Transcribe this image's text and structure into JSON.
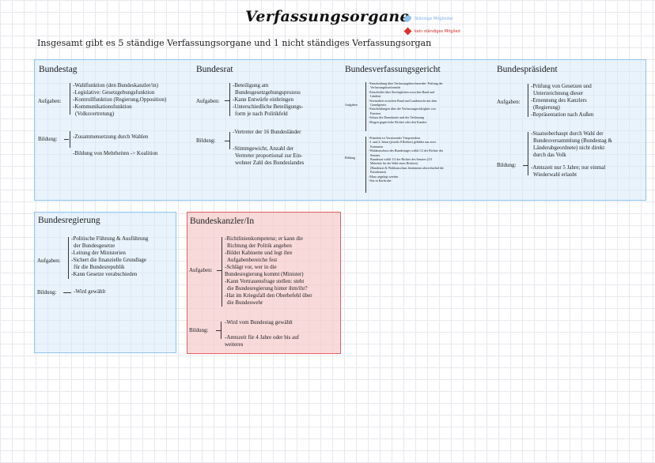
{
  "title": "Verfassungsorgane",
  "legend": {
    "blue_label": "Ständige Mitglieder",
    "red_label": "kein ständiges Mitglied",
    "blue_color": "#8ec3f2",
    "red_color": "#e03030"
  },
  "subtitle": "Insgesamt gibt es 5 ständige Verfassungsorgane und 1 nicht ständiges Verfassungsorgan",
  "bundestag": {
    "title": "Bundestag",
    "aufgaben_label": "Aufgaben:",
    "aufgaben": [
      "-Wahlfunktion (den Bundeskanzler/in)",
      "-Legislative: Gesetzgebungsfunktion",
      "-Kontrollfunktion (Regierung,Opposition)",
      "-Kommunikationsfunktion",
      "(Volksvertretung)"
    ],
    "bildung_label": "Bildung:",
    "bildung": [
      "-Zusammensetzung durch Wahlen",
      "-Bildung von Mehrheiten -> Koalition"
    ]
  },
  "bundesrat": {
    "title": "Bundesrat",
    "aufgaben_label": "Aufgaben:",
    "aufgaben": [
      "-Beteiligung am",
      "Bundesgesetzgebungsprozess",
      "-Kann Entwürfe einbringen",
      "-Unterschiedliche Beteiligungs-",
      "form je nach Politikfeld"
    ],
    "bildung_label": "Bildung:",
    "bildung": [
      "-Vertreter der 16 Bundesländer",
      "-Stimmgewicht, Anzahl der",
      "Vertreter proportional zur Ein-",
      "wohner Zahl des Bundeslandes"
    ]
  },
  "bverfg": {
    "title": "Bundesverfassungsgericht",
    "aufgaben_label": "Aufgaben",
    "aufgaben": [
      "-Entscheidung über Verfassungsbeschwerden -Prüfung der",
      "Verfassungskonformität",
      "-Entscheidet über Streitigkeiten zwischen Bund und",
      "Ländern",
      "-Streitarbeit zwischen Bund und Landesrecht mit dem",
      "Grundgesetz",
      "-Entscheidungen über die Verfassungswidrigkeit von",
      "Parteien",
      "-Schutz der Demokratie und der Verfassung",
      "-Klagen gegen hohe Richter oder den Kanzler"
    ],
    "bildung_label": "Bildung",
    "bildung": [
      "-Präsident ist Vorsitzender Vizepräsident",
      "-1. und 2. Senat (jeweils 8 Richter) gebildet aus zwei",
      "Kammern",
      "-Wahlausschuss des Bundestages wählt 1/2 der Richter des",
      "Senates",
      "Bundesrat wählt 1/2 der Richter des Senates (2/3",
      "Mehrheit für die Wahl eines Richters)",
      "(Bundesrat & Wahlausschuss bestimmen abwechselnd die",
      "Präsidenten)",
      "-Muss angelegt werden",
      "-Sitz in Karlsruhe"
    ]
  },
  "bundespraesident": {
    "title": "Bundespräsident",
    "aufgaben_label": "Aufgaben:",
    "aufgaben": [
      "-Prüfung von Gesetzen und",
      "Unterzeichnung dieser",
      "-Ernennung des Kanzlers",
      "(Regierung)",
      "-Repräsentation nach Außen"
    ],
    "bildung_label": "Bildung:",
    "bildung": [
      "-Staatsoberhaupt durch Wahl der",
      "Bundesversammlung (Bundestag &",
      "Länderabgeordnete) nicht direkt",
      "durch das Volk",
      "-Amtszeit nur 5 Jahre; nur einmal",
      "Wiederwahl erlaubt"
    ]
  },
  "bundesregierung": {
    "title": "Bundesregierung",
    "aufgaben_label": "Aufgaben:",
    "aufgaben": [
      "-Politische Führung & Ausführung",
      "der Bundesgesetze",
      "-Leitung der Ministerien",
      "-Sichert die finanzielle Grundlage",
      "für die Bundesrepublik",
      "-Kann Gesetze verabschieden"
    ],
    "bildung_label": "Bildung:",
    "bildung": [
      "-Wird gewählt"
    ]
  },
  "bundeskanzler": {
    "title": "Bundeskanzler/In",
    "aufgaben_label": "Aufgaben:",
    "aufgaben": [
      "-Richtlinienkompetenz; er kann die",
      "Richtung der Politik angeben",
      "-Bildet Kabinette und legt ihre",
      "Aufgabenbereiche fest",
      "-Schlägt vor, wer in die",
      "Bundesregierung kommt (Minister)",
      "-Kann Vertrauensfrage stellen: steht",
      "die Bundesregierung hinter ihm/ihr?",
      "-Hat im Kriegsfall den Oberbefehl über",
      "die Bundeswehr"
    ],
    "bildung_label": "Bildung:",
    "bildung": [
      "-Wird vom Bundestag gewählt",
      "-Amtszeit für 4 Jahre oder bis auf",
      "weiteres"
    ]
  }
}
